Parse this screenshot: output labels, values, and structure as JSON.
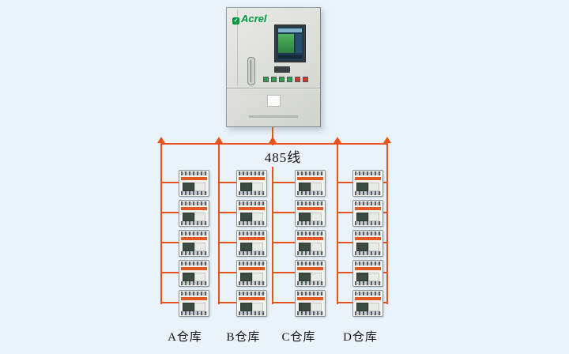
{
  "diagram": {
    "background": "#eaf3f9",
    "bus_label": "485线"
  },
  "colors": {
    "wire": "#e8541e",
    "device_stripe": "#e05a24",
    "brand_green": "#009a44"
  },
  "cabinet": {
    "brand": "Acrel",
    "logo_mark": "✓"
  },
  "columns": [
    {
      "label": "A仓库",
      "device_count": 5
    },
    {
      "label": "B仓库",
      "device_count": 5
    },
    {
      "label": "C仓库",
      "device_count": 5
    },
    {
      "label": "D仓库",
      "device_count": 5
    }
  ]
}
